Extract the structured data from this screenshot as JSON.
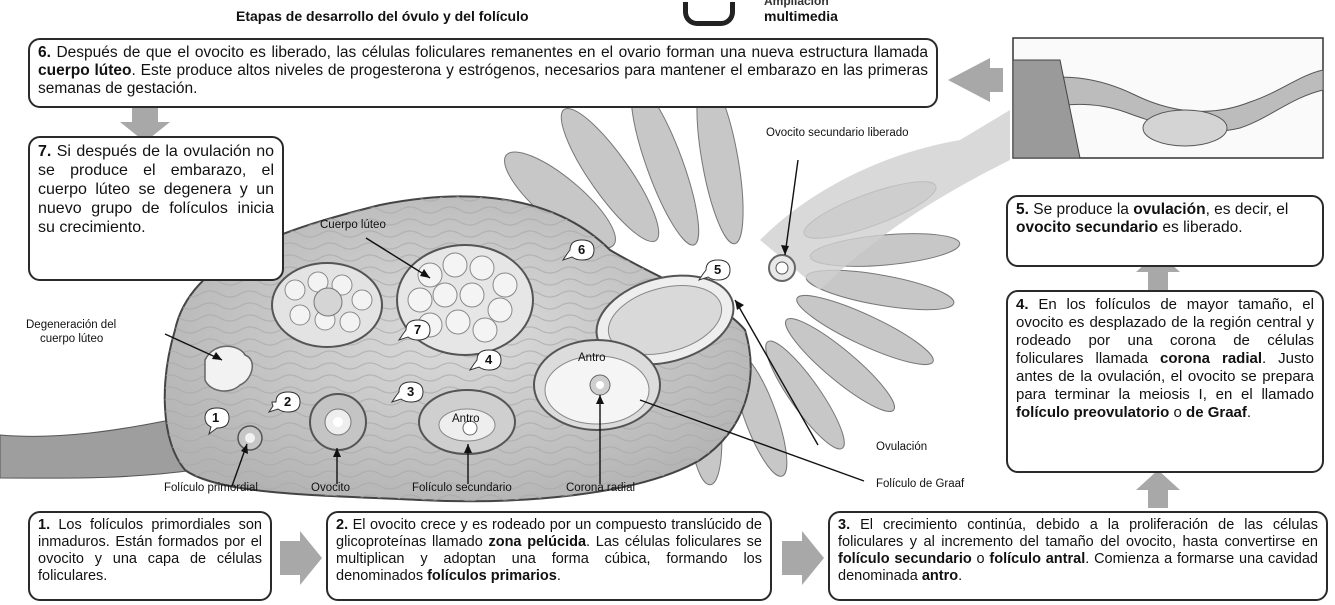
{
  "header": {
    "title": "Etapas de desarrollo del óvulo y del folículo",
    "multimedia_top": "Ampliación",
    "multimedia": "multimedia"
  },
  "boxes": {
    "b6": {
      "num": "6.",
      "pre": " Después de que el ovocito es liberado, las células foliculares remanentes en el ovario forman una nueva estructura llamada ",
      "bold1": "cuerpo lúteo",
      "post": ". Este produce altos niveles de progesterona y estrógenos, necesarios para mantener el embarazo en las primeras semanas de gestación."
    },
    "b7": {
      "num": "7.",
      "text": " Si después de la ovulación no se produce el embarazo, el cuerpo lúteo se degenera y un nuevo grupo de folículos inicia su crecimiento."
    },
    "b5": {
      "num": "5.",
      "pre": " Se produce la ",
      "bold1": "ovulación",
      "mid": ", es decir, el ",
      "bold2": "ovocito secundario",
      "post": " es liberado."
    },
    "b4": {
      "num": "4.",
      "pre": " En los folículos de mayor tamaño, el ovocito es desplazado de la región central y rodeado por una corona de células foliculares llamada ",
      "bold1": "corona radial",
      "mid": ". Justo antes de la ovulación, el ovocito se prepara para terminar la meiosis I, en el llamado ",
      "bold2": "folículo preovulatorio",
      "mid2": " o ",
      "bold3": "de Graaf",
      "post": "."
    },
    "b1": {
      "num": "1.",
      "text": " Los folículos primordiales son inmaduros. Están formados por el ovocito y una capa de células foliculares."
    },
    "b2": {
      "num": "2.",
      "pre": " El ovocito crece y es rodeado por un compuesto translúcido de glicoproteínas llamado ",
      "bold1": "zona pelúcida",
      "mid": ". Las células foliculares se multiplican y adoptan una forma cúbica, formando los denominados ",
      "bold2": "folículos primarios",
      "post": "."
    },
    "b3": {
      "num": "3.",
      "pre": " El crecimiento continúa, debido a la proliferación de las células foliculares y al incremento del tamaño del ovocito, hasta convertirse en ",
      "bold1": "folículo secundario",
      "mid": " o ",
      "bold2": "folículo antral",
      "post": ". Comienza a formarse una cavidad denominada ",
      "bold3": "antro",
      "post2": "."
    }
  },
  "labels": {
    "ovocito_secundario_liberado": "Ovocito secundario liberado",
    "cuerpo_luteo": "Cuerpo lúteo",
    "degeneracion": "Degeneración del",
    "degeneracion2": "cuerpo lúteo",
    "antro_top": "Antro",
    "antro_bottom": "Antro",
    "ovulacion": "Ovulación",
    "foliculo_primordial": "Folículo primordial",
    "ovocito": "Ovocito",
    "foliculo_secundario": "Folículo secundario",
    "corona_radial": "Corona radial",
    "foliculo_graaf": "Folículo de Graaf"
  },
  "stage_numbers": [
    "1",
    "2",
    "3",
    "4",
    "5",
    "6",
    "7"
  ],
  "colors": {
    "ovary_fill": "#c9c9c9",
    "fimbria_fill": "#bdbdbd",
    "arrow_gray": "#a8a8a8",
    "border": "#2a2a2a"
  }
}
